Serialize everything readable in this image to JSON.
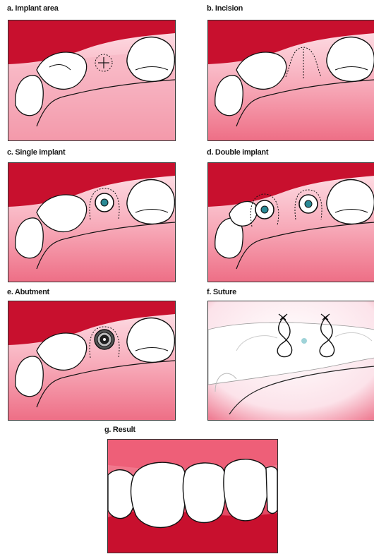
{
  "panels": {
    "a": {
      "title": "a. Implant area"
    },
    "b": {
      "title": "b. Incision"
    },
    "c": {
      "title": "c. Single implant"
    },
    "d": {
      "title": "d. Double implant"
    },
    "e": {
      "title": "e. Abutment"
    },
    "f": {
      "title": "f. Suture"
    },
    "g": {
      "title": "g. Result"
    }
  },
  "colors": {
    "gum_dark": "#c8102e",
    "gum_light": "#f5a3b3",
    "tooth": "#ffffff",
    "outline": "#111111",
    "implant_cap": "#2a8a96"
  }
}
